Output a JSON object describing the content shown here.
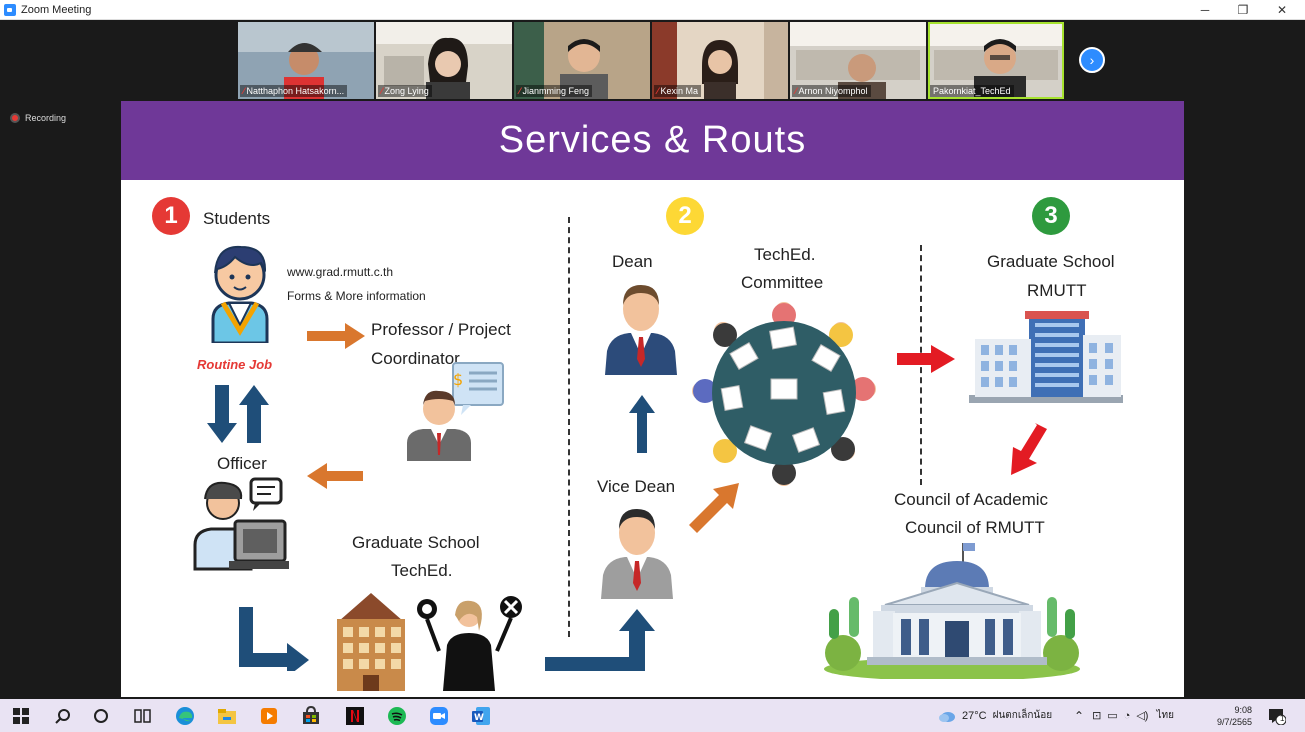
{
  "window": {
    "title": "Zoom Meeting"
  },
  "participants": [
    {
      "name": "Natthaphon Hatsakorn..."
    },
    {
      "name": "Zong Lying"
    },
    {
      "name": "Jianmming Feng"
    },
    {
      "name": "Kexin Ma"
    },
    {
      "name": "Arnon Niyomphol"
    },
    {
      "name": "Pakornkiat_TechEd"
    }
  ],
  "recording_label": "Recording",
  "slide": {
    "title": "Services & Routs",
    "step1": "1",
    "step2": "2",
    "step3": "3",
    "students": "Students",
    "website": "www.grad.rmutt.c.th",
    "forms": "Forms & More information",
    "professor_line1": "Professor / Project",
    "professor_line2": "Coordinator",
    "routine_job": "Routine Job",
    "officer": "Officer",
    "grad_school_line1": "Graduate School",
    "grad_school_line2": "TechEd.",
    "dean": "Dean",
    "vice_dean": "Vice Dean",
    "committee_line1": "TechEd.",
    "committee_line2": "Committee",
    "grad_rmutt_line1": "Graduate School",
    "grad_rmutt_line2": "RMUTT",
    "council_line1": "Council of Academic",
    "council_line2": "Council of RMUTT"
  },
  "taskbar": {
    "weather": "27°C",
    "weather_desc": "ฝนตกเล็กน้อย",
    "lang": "ไทย",
    "time": "9:08",
    "date": "9/7/2565",
    "notif_count": "1"
  }
}
